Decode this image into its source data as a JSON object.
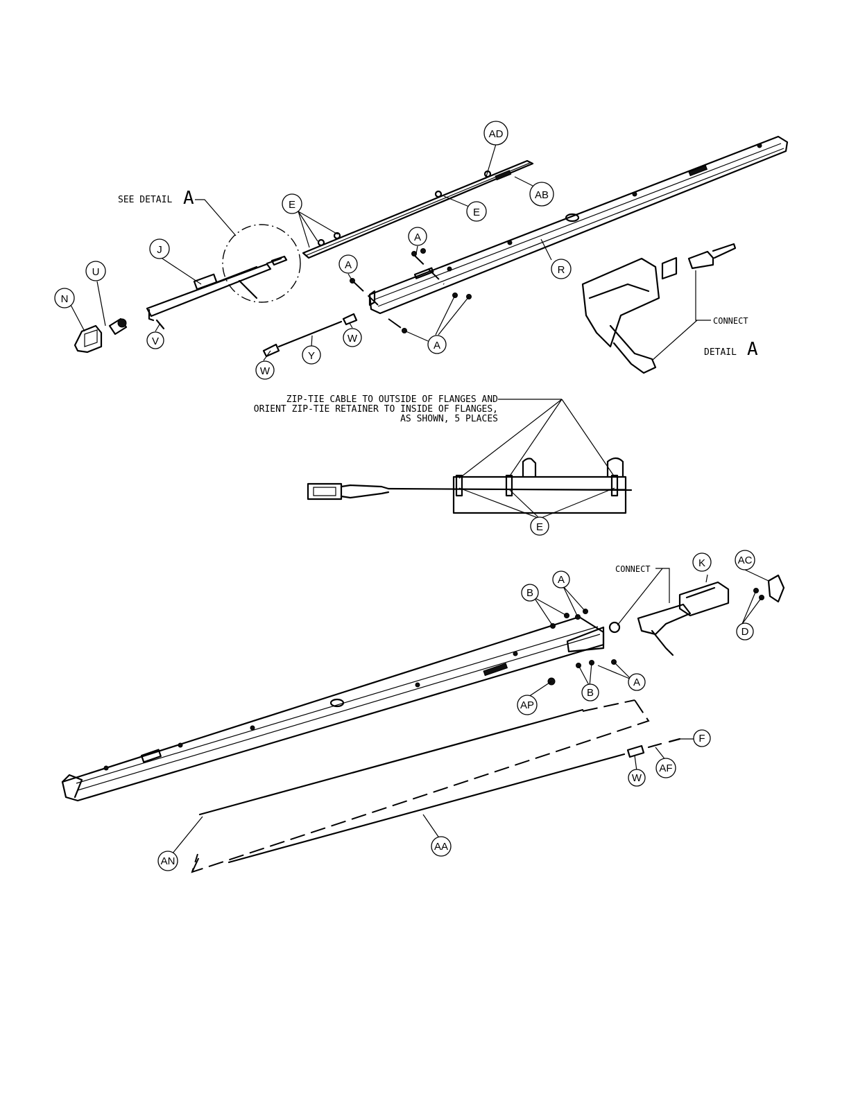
{
  "bubbles": [
    {
      "id": "b-ad",
      "label": "AD"
    },
    {
      "id": "b-ab",
      "label": "AB"
    },
    {
      "id": "b-e1",
      "label": "E"
    },
    {
      "id": "b-e2",
      "label": "E"
    },
    {
      "id": "b-j",
      "label": "J"
    },
    {
      "id": "b-u",
      "label": "U"
    },
    {
      "id": "b-n",
      "label": "N"
    },
    {
      "id": "b-v",
      "label": "V"
    },
    {
      "id": "b-a1",
      "label": "A"
    },
    {
      "id": "b-a2",
      "label": "A"
    },
    {
      "id": "b-a3",
      "label": "A"
    },
    {
      "id": "b-r",
      "label": "R"
    },
    {
      "id": "b-w1",
      "label": "W"
    },
    {
      "id": "b-w2",
      "label": "W"
    },
    {
      "id": "b-y",
      "label": "Y"
    },
    {
      "id": "b-e3",
      "label": "E"
    },
    {
      "id": "b-k",
      "label": "K"
    },
    {
      "id": "b-ac",
      "label": "AC"
    },
    {
      "id": "b-b1",
      "label": "B"
    },
    {
      "id": "b-a4",
      "label": "A"
    },
    {
      "id": "b-d",
      "label": "D"
    },
    {
      "id": "b-b2",
      "label": "B"
    },
    {
      "id": "b-a5",
      "label": "A"
    },
    {
      "id": "b-ap",
      "label": "AP"
    },
    {
      "id": "b-f",
      "label": "F"
    },
    {
      "id": "b-af",
      "label": "AF"
    },
    {
      "id": "b-w3",
      "label": "W"
    },
    {
      "id": "b-an",
      "label": "AN"
    },
    {
      "id": "b-aa",
      "label": "AA"
    }
  ],
  "notes": {
    "see_detail": "SEE DETAIL",
    "see_detail_letter": "A",
    "connect_top": "CONNECT",
    "detail_label": "DETAIL",
    "detail_letter": "A",
    "zip_tie_line1": "ZIP-TIE CABLE TO OUTSIDE OF FLANGES AND",
    "zip_tie_line2": "ORIENT ZIP-TIE RETAINER TO INSIDE OF FLANGES,",
    "zip_tie_line3": "AS SHOWN, 5 PLACES",
    "connect_bottom": "CONNECT"
  }
}
